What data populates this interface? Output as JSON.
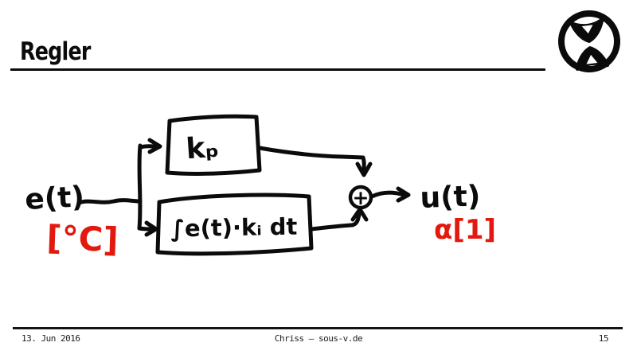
{
  "slide": {
    "title": "Regler"
  },
  "icons": {
    "logo": "hourglass-in-circle"
  },
  "diagram": {
    "input_signal": "e(t)",
    "input_unit": "[°C]",
    "proportional_block": "kₚ",
    "integral_block": "∫e(t)·kᵢ dt",
    "sum_symbol": "+",
    "output_signal": "u(t)",
    "output_unit": "α[1]"
  },
  "footer": {
    "date": "13. Jun 2016",
    "credit": "Chriss — sous-v.de",
    "page_number": "15"
  },
  "colors": {
    "ink": "#0b0b0b",
    "annotation_red": "#e2190e",
    "background": "#ffffff"
  }
}
